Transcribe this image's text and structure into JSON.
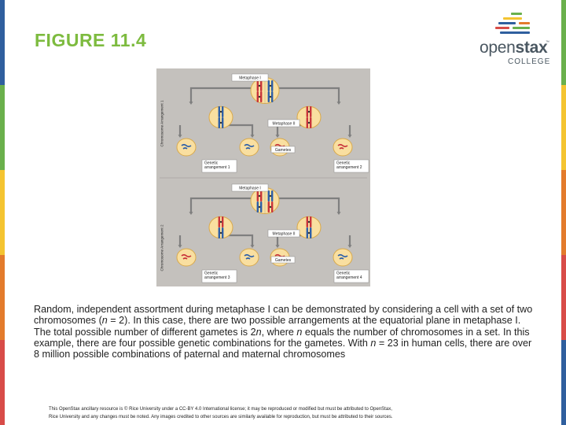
{
  "title": "FIGURE 11.4",
  "logo": {
    "word_regular": "open",
    "word_bold": "stax",
    "trademark": "™",
    "sub": "COLLEGE"
  },
  "figure": {
    "side_labels": [
      "Chromosome Arrangement 1",
      "Chromosome Arrangement 2"
    ],
    "panels": [
      {
        "metaphase1": "Metaphase I",
        "metaphase2": "Metaphase II",
        "gametes": "Gametes",
        "left_label": [
          "Genetic",
          "arrangement 1"
        ],
        "right_label": [
          "Genetic",
          "arrangement 2"
        ]
      },
      {
        "metaphase1": "Metaphase I",
        "metaphase2": "Metaphase II",
        "gametes": "Gametes",
        "left_label": [
          "Genetic",
          "arrangement 3"
        ],
        "right_label": [
          "Genetic",
          "arrangement 4"
        ]
      }
    ]
  },
  "caption": {
    "p1": "Random, independent assortment during metaphase I can be demonstrated by considering a cell with a set of two chromosomes (",
    "n1": "n",
    "p2": " = 2). In this case, there are two possible arrangements at the equatorial plane in metaphase I. The total possible number of different gametes is 2",
    "n2": "n",
    "p3": ", where ",
    "n3": "n",
    "p4": " equals the number of chromosomes in a set. In this example, there are four possible genetic combinations for the gametes. With ",
    "n4": "n",
    "p5": " = 23 in human cells, there are over 8 million possible combinations of paternal and maternal chromosomes"
  },
  "footer": {
    "line1": "This OpenStax ancillary resource is © Rice University under a CC-BY 4.0 International license; it may be reproduced or modified but must be attributed to OpenStax,",
    "line2": "Rice University and any changes must be noted. Any images credited to other sources are similarly available for reproduction, but must be attributed to their sources."
  },
  "colors": {
    "title": "#7dbb3f",
    "figure_bg": "#c4c1bd",
    "cell_fill": "#f9dfa0",
    "cell_stroke": "#d9a94a",
    "chrom_red": "#c8343b",
    "chrom_blue": "#2d5fa8",
    "arrow": "#7f7f7f",
    "stripe": [
      "#2f5f9e",
      "#6ab04c",
      "#f4c431",
      "#e37b2c",
      "#d84c48"
    ]
  }
}
